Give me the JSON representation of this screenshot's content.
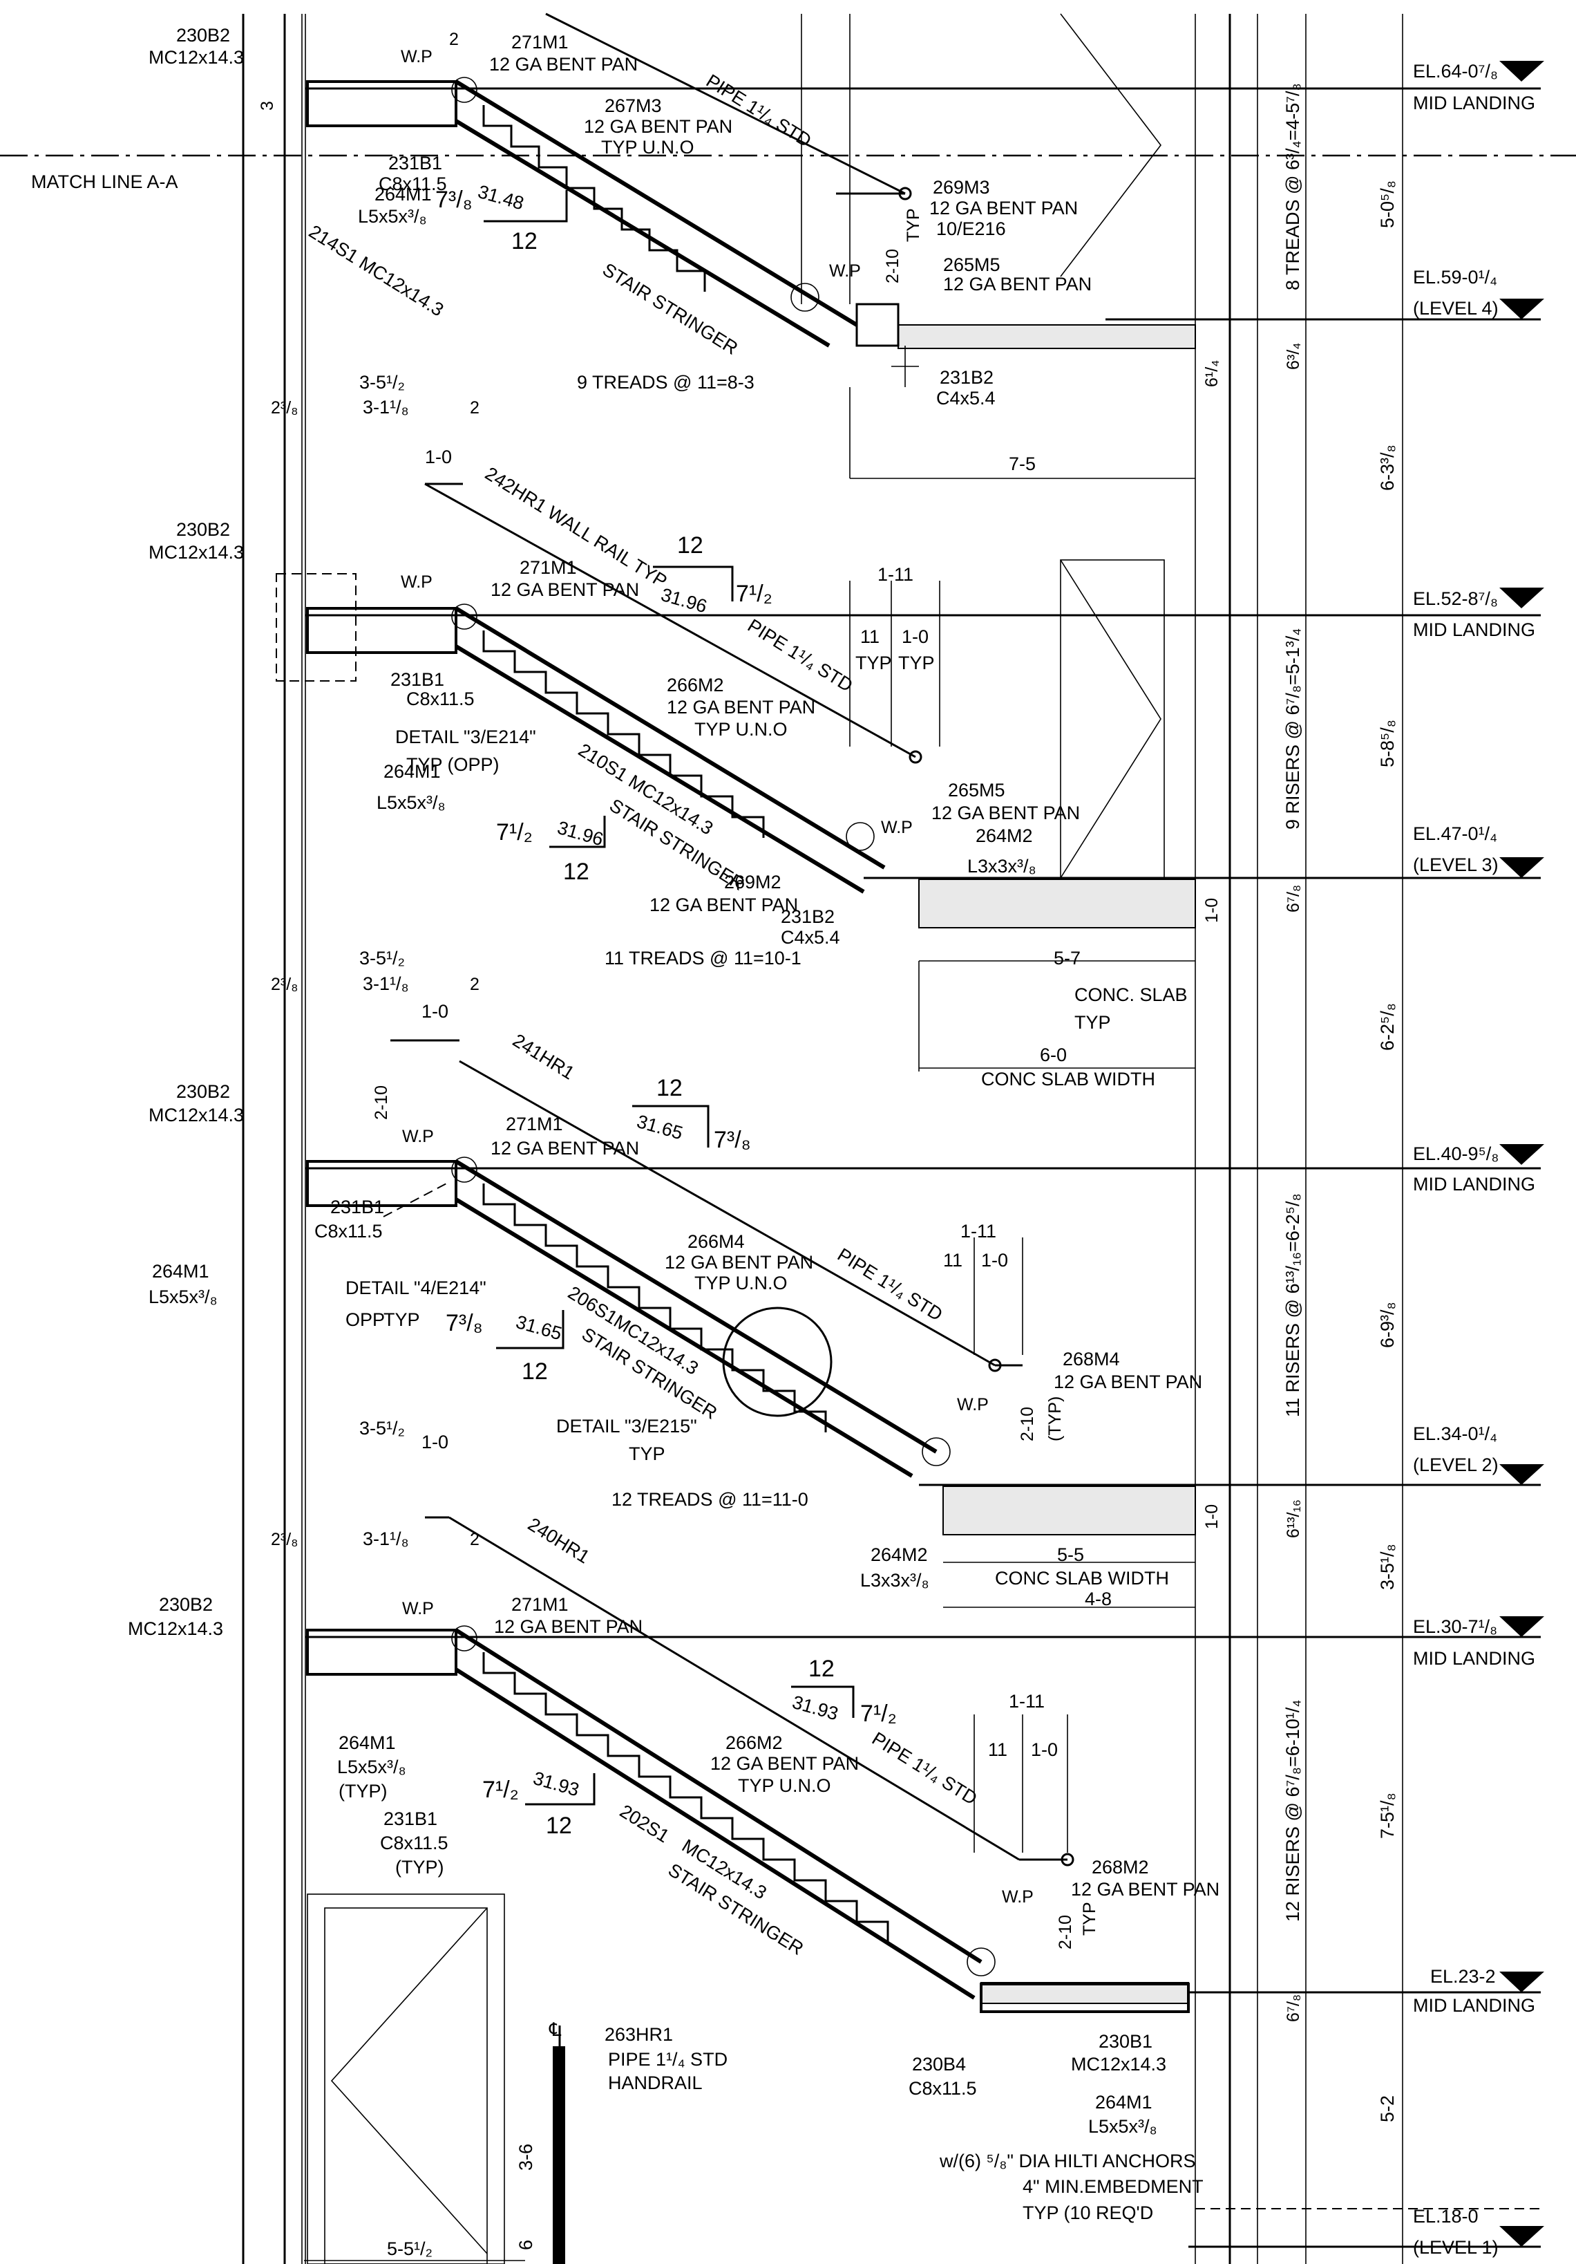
{
  "match_line": "MATCH LINE A-A",
  "elevations": [
    {
      "line1": "EL.64-0⁷/₈",
      "line2": "MID LANDING"
    },
    {
      "line1": "EL.59-0¹/₄",
      "line2": "(LEVEL 4)"
    },
    {
      "line1": "EL.52-8⁷/₈",
      "line2": "MID LANDING"
    },
    {
      "line1": "EL.47-0¹/₄",
      "line2": "(LEVEL 3)"
    },
    {
      "line1": "EL.40-9⁵/₈",
      "line2": "MID LANDING"
    },
    {
      "line1": "EL.34-0¹/₄",
      "line2": "(LEVEL 2)"
    },
    {
      "line1": "EL.30-7¹/₈",
      "line2": "MID LANDING"
    },
    {
      "line1": "EL.23-2",
      "line2": "MID LANDING"
    },
    {
      "line1": "EL.18-0",
      "line2": "(LEVEL 1)"
    }
  ],
  "vertical_dims_right": [
    "5-0⁵/₈",
    "6-3³/₈",
    "5-8⁵/₈",
    "6-2⁵/₈",
    "6-9³/₈",
    "3-5¹/₈",
    "7-5¹/₈",
    "5-2"
  ],
  "riser_notes": [
    "8 TREADS @ 6³/₄=4-5⁷/₈",
    "9 RISERS @ 6⁷/₈=5-1³/₄",
    "11 RISERS @ 6¹³/₁₆=6-2⁵/₈",
    "12 RISERS @ 6⁷/₈=6-10¹/₄"
  ],
  "small_dims": [
    "6³/₄",
    "6¹/₄",
    "6⁷/₈",
    "1-0",
    "6¹³/₁₆",
    "1-0",
    "6⁷/₈"
  ],
  "tread_notes": [
    "9 TREADS @ 11=8-3",
    "11 TREADS @ 11=10-1",
    "12 TREADS @ 11=11-0"
  ],
  "flight4": {
    "beam_top": "230B2",
    "beam_top2": "MC12x14.3",
    "pan": "271M1",
    "pan2": "12 GA BENT PAN",
    "pan_b": "267M3",
    "pan_b2": "12 GA BENT PAN",
    "pan_b3": "TYP U.N.O",
    "b231": "231B1",
    "b231b": "C8x11.5",
    "angle": "264M1",
    "angle2": "L5x5x³/₈",
    "stringer": "214S1 MC12x14.3",
    "stringer2": "STAIR STRINGER",
    "pan_c": "269M3",
    "pan_c2": "12 GA BENT PAN",
    "pan_c3": "10/E216",
    "pan_d": "265M5",
    "pan_d2": "12 GA BENT PAN",
    "bot": "231B2",
    "bot2": "C4x5.4",
    "pipe": "PIPE 1¹/₄ STD",
    "slope": "31.48",
    "rise": "7³/₈",
    "run": "12",
    "wp": "W.P",
    "ten": "2-10",
    "typ": "TYP",
    "two": "2",
    "three": "3"
  },
  "flight3": {
    "d1": "3-5¹/₂",
    "d2": "3-1¹/₈",
    "d3": "2³/₈",
    "d4": "2",
    "one": "1-0",
    "wallrail": "242HR1 WALL RAIL TYP",
    "beam_top": "230B2",
    "beam_top2": "MC12x14.3",
    "pan": "271M1",
    "pan2": "12 GA BENT PAN",
    "b231": "231B1",
    "b231b": "C8x11.5",
    "detail": "DETAIL \"3/E214\"",
    "detail2": "TYP (OPP)",
    "angle": "264M1",
    "angle2": "L5x5x³/₈",
    "pan_b": "266M2",
    "pan_b2": "12 GA BENT PAN",
    "pan_b3": "TYP U.N.O",
    "stringer": "210S1 MC12x14.3",
    "stringer2": "STAIR STRINGER",
    "pan_c": "265M5",
    "pan_c2": "12 GA BENT PAN",
    "ang": "264M2",
    "ang2": "L3x3x³/₈",
    "pan_d": "269M2",
    "pan_d2": "12 GA BENT PAN",
    "bot": "231B2",
    "bot2": "C4x5.4",
    "pipe": "PIPE 1¹/₄ STD",
    "slope": "31.96",
    "rise": "7¹/₂",
    "run": "12",
    "d111": "1-11",
    "d11": "11",
    "d10": "1-0",
    "typ": "TYP",
    "wp": "W.P",
    "d75": "7-5"
  },
  "flight2": {
    "d1": "3-5¹/₂",
    "d2": "3-1¹/₈",
    "d3": "2³/₈",
    "d4": "2",
    "one": "1-0",
    "hr": "241HR1",
    "beam_top": "230B2",
    "beam_top2": "MC12x14.3",
    "pan": "271M1",
    "pan2": "12 GA BENT PAN",
    "b231": "231B1",
    "b231b": "C8x11.5",
    "angle": "264M1",
    "angle2": "L5x5x³/₈",
    "detail": "DETAIL \"4/E214\"",
    "detail2": "OPP",
    "typ": "TYP",
    "pan_b": "266M4",
    "pan_b2": "12 GA BENT PAN",
    "pan_b3": "TYP U.N.O",
    "stringer": "206S1MC12x14.3",
    "stringer2": "STAIR STRINGER",
    "det3": "DETAIL \"3/E215\"",
    "det3b": "TYP",
    "pan_c": "268M4",
    "pan_c2": "12 GA BENT PAN",
    "ang": "264M2",
    "ang2": "L3x3x³/₈",
    "pipe": "PIPE 1¹/₄ STD",
    "slope": "31.65",
    "rise": "7³/₈",
    "run": "12",
    "d111": "1-11",
    "d11": "11",
    "d10": "1-0",
    "wp": "W.P",
    "ten": "2-10",
    "tenb": "(TYP)",
    "slab": "CONC. SLAB",
    "slab2": "TYP",
    "d57": "5-7",
    "d60": "6-0",
    "slabw": "CONC SLAB WIDTH"
  },
  "flight1": {
    "d1": "3-5¹/₂",
    "d2": "3-1¹/₈",
    "d3": "2³/₈",
    "d4": "2",
    "one": "1-0",
    "hr": "240HR1",
    "beam_top": "230B2",
    "beam_top2": "MC12x14.3",
    "pan": "271M1",
    "pan2": "12 GA BENT PAN",
    "angle": "264M1",
    "angle2": "L5x5x³/₈",
    "angle3": "(TYP)",
    "b231": "231B1",
    "b231b": "C8x11.5",
    "b231c": "(TYP)",
    "pan_b": "266M2",
    "pan_b2": "12 GA BENT PAN",
    "pan_b3": "TYP U.N.O",
    "stringer": "202S1",
    "stringer1b": "MC12x14.3",
    "stringer2": "STAIR STRINGER",
    "pan_c": "268M2",
    "pan_c2": "12 GA BENT PAN",
    "pipe": "PIPE 1¹/₄ STD",
    "slope": "31.93",
    "rise": "7¹/₂",
    "run": "12",
    "d111": "1-11",
    "d11": "11",
    "d10": "1-0",
    "wp": "W.P",
    "ten": "2-10",
    "typ": "TYP",
    "d55": "5-5",
    "slabw": "CONC SLAB WIDTH",
    "d48": "4-8",
    "b4": "230B4",
    "b4b": "C8x11.5",
    "b1": "230B1",
    "b1b": "MC12x14.3",
    "am": "264M1",
    "am2": "L5x5x³/₈",
    "anch1": "w/(6) ⁵/₈\" DIA HILTI ANCHORS",
    "anch2": "4\" MIN.EMBEDMENT",
    "anch3": "TYP (10 REQ'D",
    "hr2": "263HR1",
    "hr2b": "PIPE 1¹/₄ STD",
    "hr2c": "HANDRAIL",
    "d36": "3-6",
    "six": "6",
    "cl": "℄",
    "d551": "5-5¹/₂"
  }
}
